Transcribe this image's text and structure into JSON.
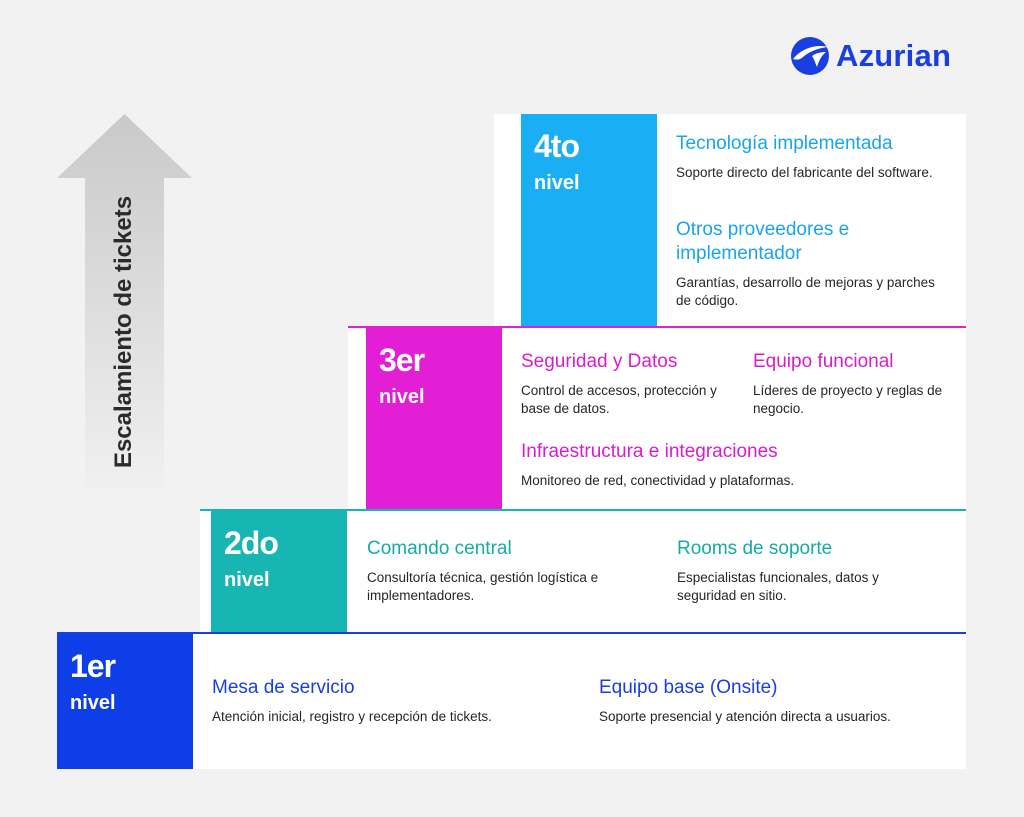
{
  "brand": {
    "name": "Azurian",
    "color": "#1a3ee0"
  },
  "axis": {
    "label": "Escalamiento de tickets",
    "arrow_icon": "up-arrow-icon"
  },
  "levels": [
    {
      "number": "1er",
      "label": "nivel",
      "color": "#0d3ee8",
      "items": [
        {
          "title": "Mesa de servicio",
          "description": "Atención inicial, registro y recepción de tickets."
        },
        {
          "title": "Equipo base (Onsite)",
          "description": "Soporte presencial y atención directa a usuarios."
        }
      ]
    },
    {
      "number": "2do",
      "label": "nivel",
      "color": "#17b6b2",
      "items": [
        {
          "title": "Comando central",
          "description": "Consultoría técnica, gestión logística e implementadores."
        },
        {
          "title": "Rooms de soporte",
          "description": "Especialistas funcionales, datos y seguridad en sitio."
        }
      ]
    },
    {
      "number": "3er",
      "label": "nivel",
      "color": "#e21fd4",
      "items": [
        {
          "title": "Seguridad y Datos",
          "description": "Control de accesos, protección y base de datos."
        },
        {
          "title": "Equipo funcional",
          "description": "Líderes de proyecto y reglas de negocio."
        },
        {
          "title": "Infraestructura e integraciones",
          "description": "Monitoreo de red, conectividad y plataformas."
        }
      ]
    },
    {
      "number": "4to",
      "label": "nivel",
      "color": "#1aaef5",
      "items": [
        {
          "title": "Tecnología implementada",
          "description": "Soporte directo del fabricante del software."
        },
        {
          "title": "Otros proveedores e implementador",
          "description": "Garantías, desarrollo de mejoras y parches de código."
        }
      ]
    }
  ]
}
